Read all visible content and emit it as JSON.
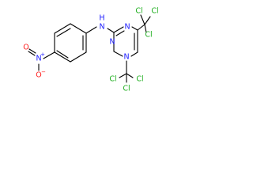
{
  "molecule": {
    "labels": {
      "n1": "N",
      "n3": "N",
      "n5": "N",
      "nh": "N",
      "h": "H",
      "nitro_o_left": "O",
      "nitro_n": "N",
      "nitro_plus": "+",
      "nitro_o_bottom": "O",
      "nitro_minus": "−",
      "cl_a1": "Cl",
      "cl_a2": "Cl",
      "cl_a3": "Cl",
      "cl_b1": "Cl",
      "cl_b2": "Cl",
      "cl_b3": "Cl"
    },
    "colors": {
      "bond": "#000000",
      "nitrogen": "#1a1aff",
      "oxygen": "#ff1a1a",
      "chlorine": "#1fae1f",
      "background": "#ffffff"
    }
  }
}
